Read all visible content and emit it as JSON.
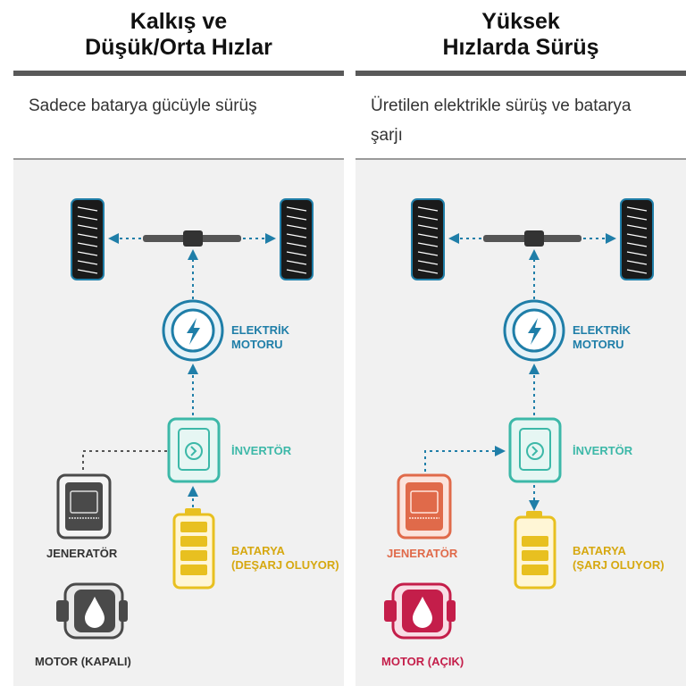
{
  "left": {
    "title_line1": "Kalkış ve",
    "title_line2": "Düşük/Orta Hızlar",
    "desc": "Sadece batarya gücüyle sürüş",
    "motor_label_1": "ELEKTRİK",
    "motor_label_2": "MOTORU",
    "inverter_label": "İNVERTÖR",
    "generator_label": "JENERATÖR",
    "battery_label_1": "BATARYA",
    "battery_label_2": "(DEŞARJ OLUYOR)",
    "engine_label": "MOTOR (KAPALI)"
  },
  "right": {
    "title_line1": "Yüksek",
    "title_line2": "Hızlarda Sürüş",
    "desc": "Üretilen elektrikle sürüş ve batarya şarjı",
    "motor_label_1": "ELEKTRİK",
    "motor_label_2": "MOTORU",
    "inverter_label": "İNVERTÖR",
    "generator_label": "JENERATÖR",
    "battery_label_1": "BATARYA",
    "battery_label_2": "(ŞARJ OLUYOR)",
    "engine_label": "MOTOR (AÇIK)"
  },
  "colors": {
    "blue": "#1f7ea8",
    "teal": "#3cb8a8",
    "gold": "#e8c020",
    "gray": "#4a4a4a",
    "orange": "#e06a4a",
    "red": "#c41e4a"
  }
}
